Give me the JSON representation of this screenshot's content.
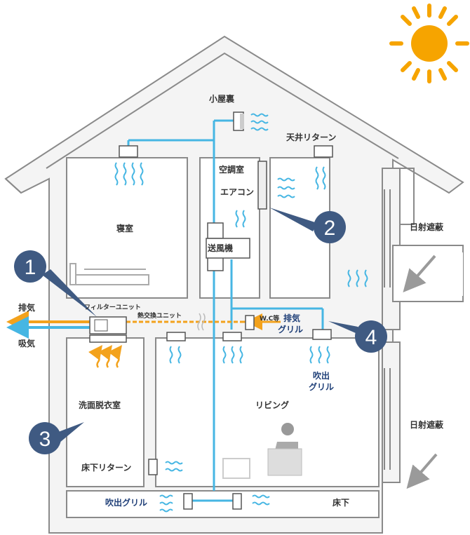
{
  "colors": {
    "wall": "#8a8a8a",
    "wall_fill": "#f4f4f4",
    "room_fill": "#ffffff",
    "duct_blue": "#46b6e3",
    "exhaust_orange": "#f3a21c",
    "supply_blue": "#46b6e3",
    "sun": "#f6a400",
    "badge": "#3f5a82",
    "arrow_grey": "#9a9a9a"
  },
  "labels": {
    "attic": "小屋裏",
    "ceiling_return": "天井リターン",
    "ac_room": "空調室",
    "aircon": "エアコン",
    "blower": "送風機",
    "bedroom": "寝室",
    "filter_unit": "フィルターユニット",
    "heat_exchange_unit": "熱交換ユニット",
    "wc_etc": "W.C等",
    "exhaust_grille_line1": "排気",
    "exhaust_grille_line2": "グリル",
    "supply_grille_line1": "吹出",
    "supply_grille_line2": "グリル",
    "washroom": "洗面脱衣室",
    "living": "リビング",
    "underfloor_return": "床下リターン",
    "supply_grille_under": "吹出グリル",
    "underfloor": "床下",
    "exhaust": "排気",
    "intake": "吸気",
    "shade_upper": "日射遮蔽",
    "shade_lower": "日射遮蔽"
  },
  "badges": [
    "1",
    "2",
    "3",
    "4"
  ]
}
